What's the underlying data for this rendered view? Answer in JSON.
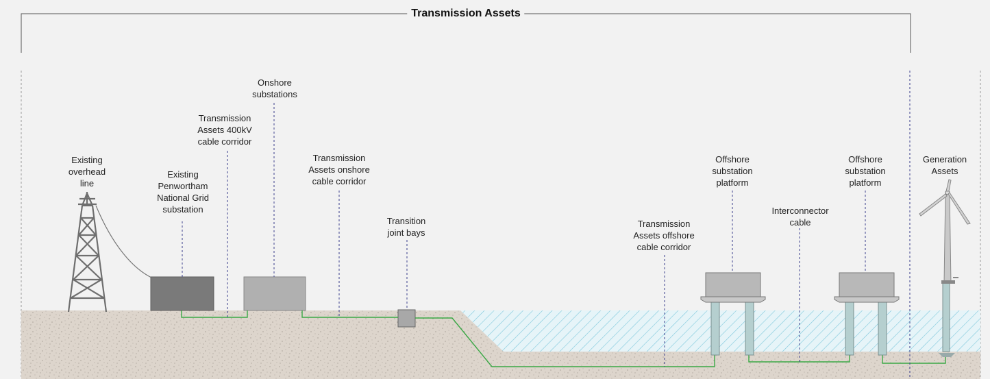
{
  "diagram": {
    "title": "Transmission Assets",
    "labels": {
      "existing_overhead_line": "Existing\noverhead\nline",
      "penwortham_substation": "Existing\nPenwortham\nNational Grid\nsubstation",
      "cable_corridor_400kv": "Transmission\nAssets 400kV\ncable corridor",
      "onshore_substations": "Onshore\nsubstations",
      "onshore_cable_corridor": "Transmission\nAssets onshore\ncable corridor",
      "transition_joint_bays": "Transition\njoint bays",
      "offshore_cable_corridor": "Transmission\nAssets offshore\ncable corridor",
      "offshore_platform_1": "Offshore\nsubstation\nplatform",
      "interconnector_cable": "Interconnector\ncable",
      "offshore_platform_2": "Offshore\nsubstation\nplatform",
      "generation_assets": "Generation\nAssets"
    },
    "colors": {
      "cable": "#3aa845",
      "ground": "#ddd5cc",
      "sea_hatch": "#7ec8dc",
      "leader": "#3a3f8c",
      "tower": "#6e6e6e",
      "substation_dark": "#7a7a7a",
      "substation_light": "#b0b0b0",
      "platform": "#b8b8b8"
    }
  }
}
